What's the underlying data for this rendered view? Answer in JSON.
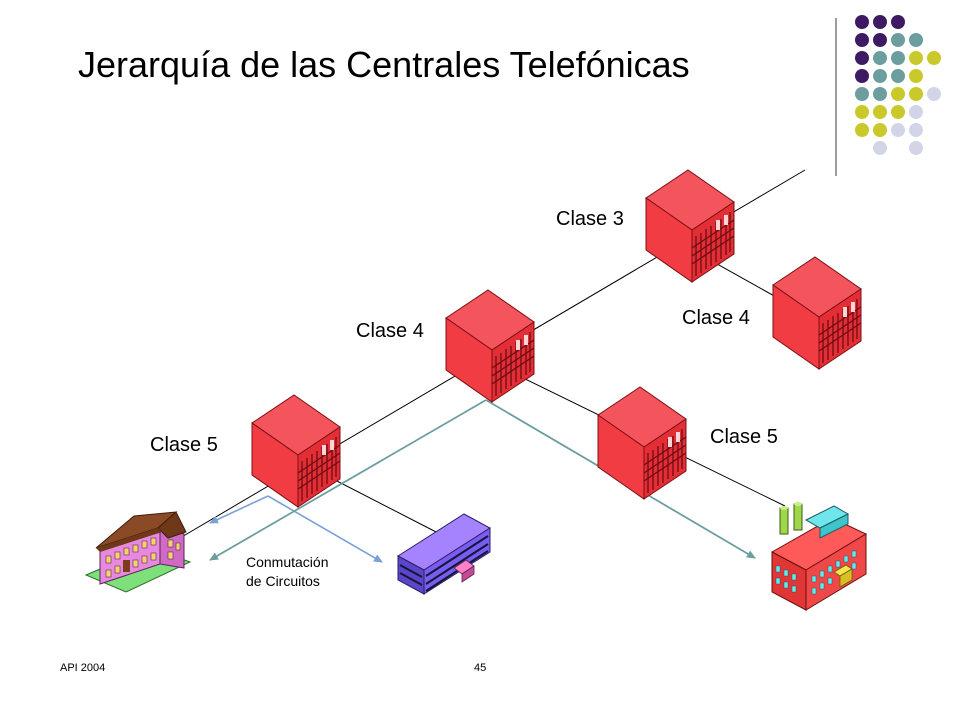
{
  "slide": {
    "title": "Jerarquía de las Centrales Telefónicas",
    "footer_left": "API 2004",
    "page_number": "45"
  },
  "nodes": {
    "class3": {
      "label": "Clase 3",
      "icon": "switch-cabinet-icon"
    },
    "class4_left": {
      "label": "Clase 4",
      "icon": "switch-cabinet-icon"
    },
    "class4_right": {
      "label": "Clase 4",
      "icon": "switch-cabinet-icon"
    },
    "class5_left": {
      "label": "Clase 5",
      "icon": "switch-cabinet-icon"
    },
    "class5_right": {
      "label": "Clase 5",
      "icon": "switch-cabinet-icon"
    }
  },
  "endpoints": {
    "house": {
      "icon": "house-icon"
    },
    "office": {
      "icon": "office-building-icon"
    },
    "factory": {
      "icon": "factory-icon"
    }
  },
  "annotation": {
    "line1": "Conmutación",
    "line2": "de Circuitos"
  },
  "colors": {
    "switch": "#f23c44",
    "switch_dark": "#a8141c",
    "link": "#000000",
    "circuit_arrow": "#7aa0d8",
    "path_arrow": "#6c9ea0",
    "dot_purple": "#3e1a63",
    "dot_teal": "#6c9ea0",
    "dot_olive": "#c9c92b",
    "dot_lavender": "#d4d4e8"
  }
}
